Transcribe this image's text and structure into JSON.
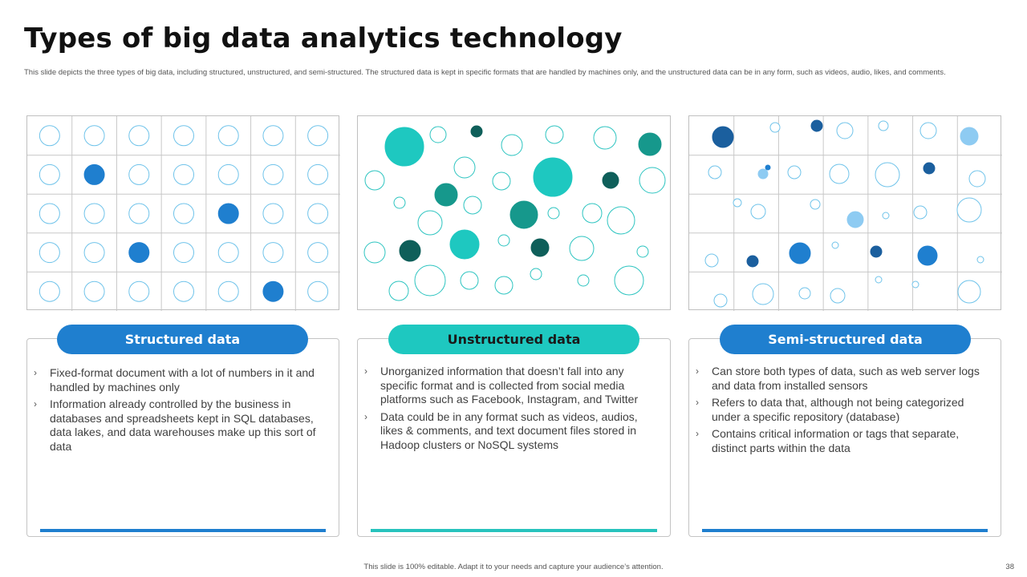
{
  "title": "Types of big data analytics technology",
  "subtitle": "This slide depicts the three types of big data, including structured, unstructured, and semi-structured. The structured data is kept in specific formats that are handled by machines only, and the unstructured data can be in any form, such as videos, audio, likes, and comments.",
  "colors": {
    "blue": "#1f7fcf",
    "teal": "#1ec8c0",
    "dark_teal": "#16988c",
    "deep_teal": "#0f5f5a",
    "light_blue": "#8ecbf2",
    "navy": "#1b5f9e",
    "circle_stroke": "#6fc3ea"
  },
  "cards": [
    {
      "heading": "Structured data",
      "bullets": [
        "Fixed-format document with a lot of numbers in it and handled by machines only",
        "Information already controlled by the business in databases and spreadsheets kept in SQL databases, data lakes, and data warehouses make up this sort of data"
      ]
    },
    {
      "heading": "Unstructured data",
      "bullets": [
        "Unorganized information that doesn’t fall into any specific format and is collected from social media platforms such as Facebook, Instagram, and Twitter",
        "Data could be in any format such as videos, audios, likes & comments, and text document files stored in Hadoop clusters or NoSQL systems"
      ]
    },
    {
      "heading": "Semi-structured data",
      "bullets": [
        "Can store both types of data, such as web server logs and data from installed sensors",
        "Refers to data that, although not being categorized under a specific repository (database)",
        "Contains critical information or tags that separate, distinct parts within the data"
      ]
    }
  ],
  "footer": "This slide is 100% editable. Adapt it to your needs and capture your audience’s attention.",
  "page_number": "38"
}
